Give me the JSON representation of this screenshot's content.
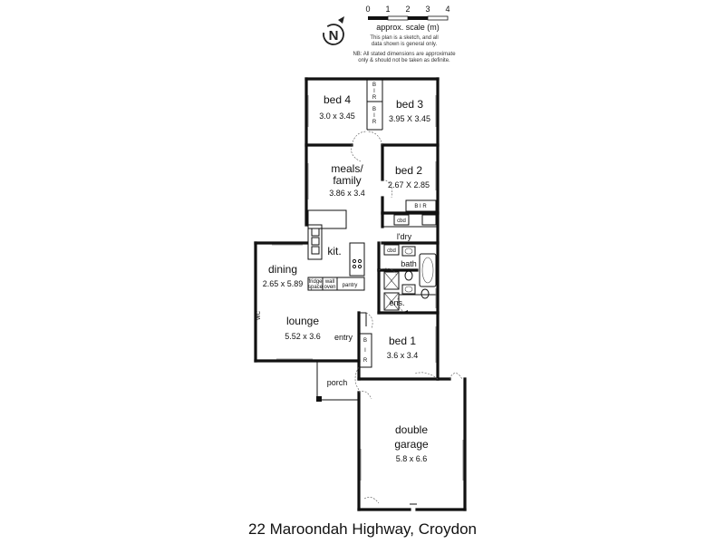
{
  "scale": {
    "ticks": [
      "0",
      "1",
      "2",
      "3",
      "4"
    ],
    "label": "approx. scale (m)",
    "note1": "This plan is a sketch, and all",
    "note2": "data shown is general only.",
    "note3": "NB: All stated dimensions are approximate",
    "note4": "only & should not be taken as definite."
  },
  "compass": {
    "letter": "N"
  },
  "rooms": {
    "bed4": {
      "name": "bed 4",
      "dims": "3.0 x 3.45"
    },
    "bed3": {
      "name": "bed 3",
      "dims": "3.95 X 3.45"
    },
    "meals": {
      "name1": "meals/",
      "name2": "family",
      "dims": "3.86 x 3.4"
    },
    "bed2": {
      "name": "bed 2",
      "dims": "2.67 X 2.85"
    },
    "kit": {
      "name": "kit."
    },
    "dining": {
      "name": "dining",
      "dims": "2.65 x 5.89"
    },
    "lounge": {
      "name": "lounge",
      "dims": "5.52 x 3.6"
    },
    "entry": {
      "name": "entry"
    },
    "ldry": {
      "name": "l'dry"
    },
    "bath": {
      "name": "bath"
    },
    "ens": {
      "name": "ens."
    },
    "bed1": {
      "name": "bed 1",
      "dims": "3.6 x 3.4"
    },
    "porch": {
      "name": "porch"
    },
    "garage": {
      "name1": "double",
      "name2": "garage",
      "dims": "5.8 x 6.6"
    }
  },
  "fixtures": {
    "bir": "B I R",
    "bir_b": "B",
    "bir_i": "I",
    "bir_r": "R",
    "cbd": "cbd",
    "fridge": "fridge",
    "space": "space",
    "wall": "wall",
    "oven": "oven",
    "pantry": "pantry",
    "wc": "WC"
  },
  "address": "22 Maroondah Highway, Croydon"
}
